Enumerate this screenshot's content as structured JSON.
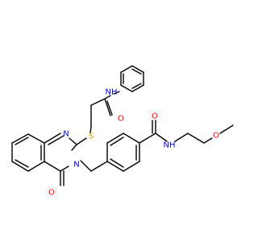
{
  "colors": {
    "bond": "#000000",
    "carbon": "#000000",
    "nitrogen": "#0000ff",
    "oxygen": "#ff0000",
    "sulfur": "#b8a000"
  },
  "atoms": {
    "nh_amide_top": "NH",
    "o_amide_top": "O",
    "s_thioether": "S",
    "n_ring_1": "N",
    "n_ring_3": "N",
    "o_quinazolinone": "O",
    "o_benzamide": "O",
    "nh_benzamide": "NH",
    "o_methoxy": "O"
  }
}
